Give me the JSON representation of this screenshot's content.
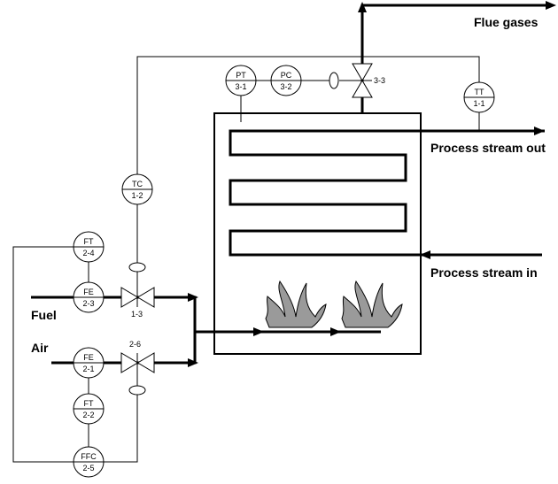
{
  "labels": {
    "flue_gases": "Flue gases",
    "process_out": "Process stream out",
    "process_in": "Process stream in",
    "fuel": "Fuel",
    "air": "Air"
  },
  "instruments": [
    {
      "id": "pt",
      "tag": "PT",
      "num": "3-1"
    },
    {
      "id": "pc",
      "tag": "PC",
      "num": "3-2"
    },
    {
      "id": "tt",
      "tag": "TT",
      "num": "1-1"
    },
    {
      "id": "tc",
      "tag": "TC",
      "num": "1-2"
    },
    {
      "id": "ft24",
      "tag": "FT",
      "num": "2-4"
    },
    {
      "id": "fe23",
      "tag": "FE",
      "num": "2-3"
    },
    {
      "id": "fe21",
      "tag": "FE",
      "num": "2-1"
    },
    {
      "id": "ft22",
      "tag": "FT",
      "num": "2-2"
    },
    {
      "id": "ffc",
      "tag": "FFC",
      "num": "2-5"
    }
  ],
  "valves": {
    "flue": "3-3",
    "fuel": "1-3",
    "air": "2-6"
  }
}
